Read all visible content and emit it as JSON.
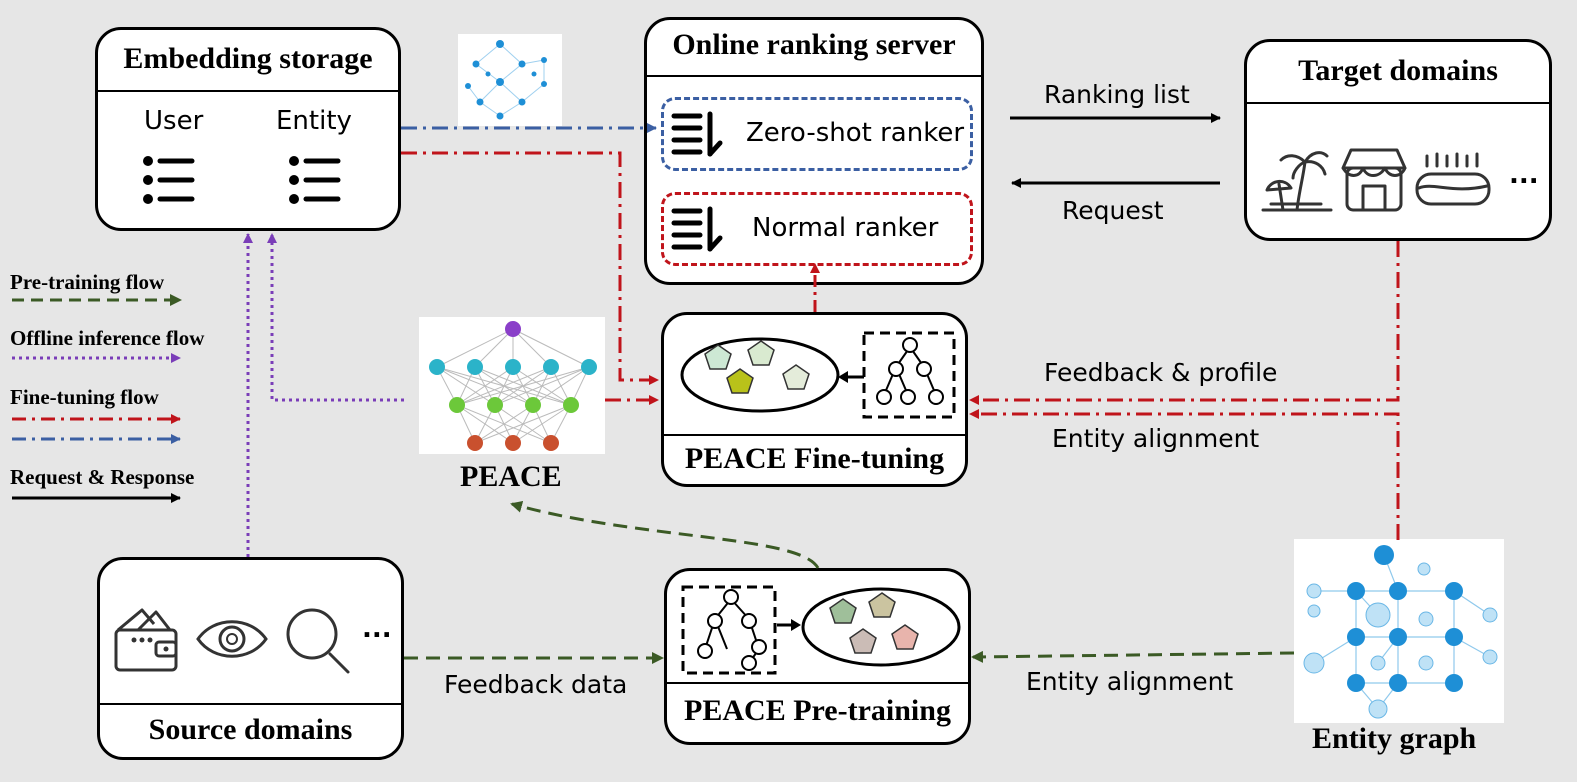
{
  "boxes": {
    "embedding_storage": {
      "title": "Embedding storage",
      "columns": [
        "User",
        "Entity"
      ]
    },
    "online_ranking_server": {
      "title": "Online ranking server",
      "zero_shot_ranker": "Zero-shot ranker",
      "normal_ranker": "Normal ranker"
    },
    "target_domains": {
      "title": "Target domains",
      "more": "..."
    },
    "peace_fine_tuning": {
      "title": "PEACE Fine-tuning"
    },
    "peace_pre_training": {
      "title": "PEACE Pre-training"
    },
    "source_domains": {
      "title": "Source domains",
      "more": "..."
    }
  },
  "peace_label": "PEACE",
  "entity_graph_label": "Entity graph",
  "edge_labels": {
    "ranking_list": "Ranking list",
    "request": "Request",
    "feedback_profile": "Feedback & profile",
    "entity_alignment_top": "Entity alignment",
    "entity_alignment_bottom": "Entity alignment",
    "feedback_data": "Feedback data"
  },
  "legend": [
    {
      "label": "Pre-training flow",
      "color": "#3b5a25",
      "style": "dashed"
    },
    {
      "label": "Offline inference flow",
      "color": "#7a3db8",
      "style": "dotted"
    },
    {
      "label": "Fine-tuning flow",
      "color": "#c0141b",
      "style": "dashdot"
    },
    {
      "label": "",
      "color": "#3b5fa3",
      "style": "dashdot"
    },
    {
      "label": "Request & Response",
      "color": "#000000",
      "style": "solid"
    }
  ],
  "colors": {
    "pretrain_green": "#3b5a25",
    "inference_purple": "#7a3db8",
    "finetune_red": "#c0141b",
    "blue_dashdot": "#3b5fa3",
    "graph_blue": "#1e8fd6"
  }
}
